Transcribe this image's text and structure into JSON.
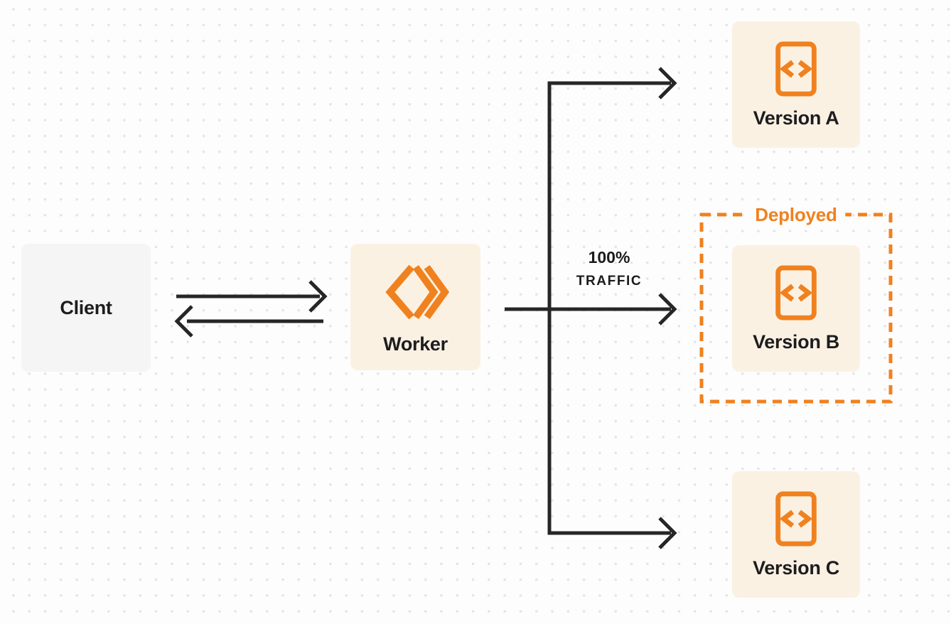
{
  "diagram": {
    "client": {
      "label": "Client"
    },
    "worker": {
      "label": "Worker",
      "icon": "workers-logo-icon"
    },
    "versions": [
      {
        "label": "Version A",
        "icon": "code-file-icon",
        "deployed": false
      },
      {
        "label": "Version B",
        "icon": "code-file-icon",
        "deployed": true
      },
      {
        "label": "Version C",
        "icon": "code-file-icon",
        "deployed": false
      }
    ],
    "deployed_group": {
      "label": "Deployed"
    },
    "traffic_annotation": {
      "line1": "100%",
      "line2": "TRAFFIC"
    }
  },
  "colors": {
    "accent_orange": "#f0811f",
    "node_cream": "#fbf1e3",
    "client_gray": "#f5f5f6",
    "arrow_dark": "#262626",
    "text_dark": "#1d1d1f",
    "background": "#fdfdfd",
    "dot_grid": "#e4e4e4"
  }
}
